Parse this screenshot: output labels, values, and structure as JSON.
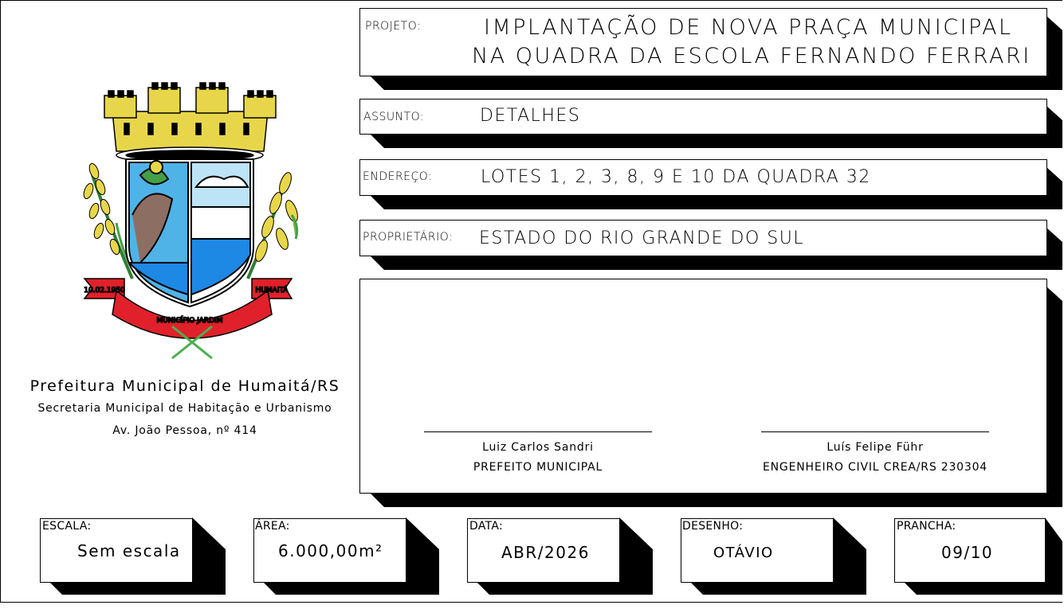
{
  "header": {
    "projeto_label": "PROJETO:",
    "projeto_line1": "IMPLANTAÇÃO DE NOVA PRAÇA MUNICIPAL",
    "projeto_line2": "NA QUADRA DA ESCOLA FERNANDO FERRARI",
    "assunto_label": "ASSUNTO:",
    "assunto_value": "DETALHES",
    "endereco_label": "ENDEREÇO:",
    "endereco_value": "LOTES 1, 2, 3, 8, 9 E 10 DA QUADRA 32",
    "proprietario_label": "PROPRIETÁRIO:",
    "proprietario_value": "ESTADO DO RIO GRANDE DO SUL"
  },
  "institution": {
    "line1": "Prefeitura Municipal de Humaitá/RS",
    "line2": "Secretaria Municipal de Habitação e Urbanismo",
    "line3": "Av. João Pessoa, nº 414",
    "crest_ribbon_left": "10.02.1950",
    "crest_ribbon_right": "HUMAITÁ",
    "crest_ribbon_bottom": "MUNICÍPIO JARDIM"
  },
  "signatures": {
    "left_name": "Luiz Carlos Sandri",
    "left_title": "PREFEITO MUNICIPAL",
    "right_name": "Luís Felipe Führ",
    "right_title": "ENGENHEIRO CIVIL CREA/RS 230304"
  },
  "footer": {
    "escala_label": "ESCALA:",
    "escala_value": "Sem escala",
    "area_label": "ÁREA:",
    "area_value": "6.000,00m²",
    "data_label": "DATA:",
    "data_value": "ABR/2026",
    "desenho_label": "DESENHO:",
    "desenho_value": "OTÁVIO",
    "prancha_label": "PRANCHA:",
    "prancha_value": "09/10"
  },
  "colors": {
    "gold": "#e8d64a",
    "red": "#e0202a",
    "sky": "#4fb3e8",
    "green": "#4caf50",
    "shadow": "#000000"
  }
}
